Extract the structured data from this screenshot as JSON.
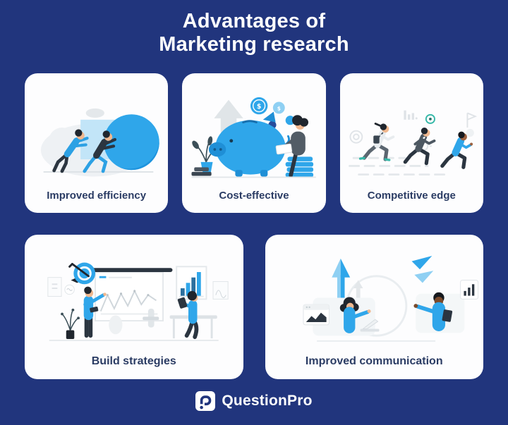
{
  "title": {
    "line1": "Advantages of",
    "line2": "Marketing research"
  },
  "cards": [
    {
      "id": "improved-efficiency",
      "label": "Improved efficiency",
      "illustration": "two-people-pushing-large-blue-ball"
    },
    {
      "id": "cost-effective",
      "label": "Cost-effective",
      "illustration": "piggy-bank-coins-plant-and-person-with-laptop"
    },
    {
      "id": "competitive-edge",
      "label": "Competitive edge",
      "illustration": "three-business-people-racing"
    },
    {
      "id": "build-strategies",
      "label": "Build strategies",
      "illustration": "two-people-at-whiteboard-with-charts-and-dart-target"
    },
    {
      "id": "improved-communication",
      "label": "Improved communication",
      "illustration": "two-people-talking-with-devices-growth-arrow-paper-planes"
    }
  ],
  "illustrations": {
    "coin_symbol": "$"
  },
  "logo": {
    "text": "QuestionPro",
    "icon": "questionpro-question-mark-icon"
  },
  "colors": {
    "background": "#21357d",
    "card_background": "#fdfdfe",
    "title_text": "#ffffff",
    "label_text": "#2b3c64",
    "accent_blue": "#2fa6ea",
    "light_blue": "#8fd0f3",
    "dark_ink": "#2b3540"
  }
}
